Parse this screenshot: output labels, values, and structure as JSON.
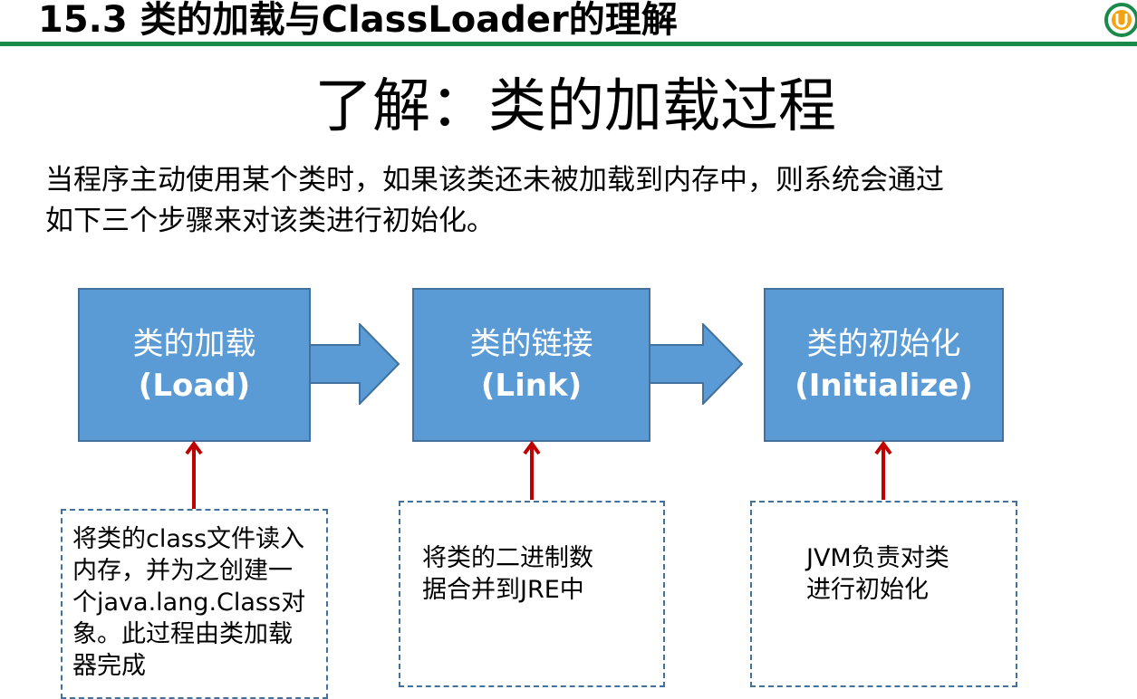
{
  "header": {
    "title": "15.3 类的加载与ClassLoader的理解"
  },
  "main": {
    "title": "了解：类的加载过程",
    "intro": "当程序主动使用某个类时，如果该类还未被加载到内存中，则系统会通过\n如下三个步骤来对该类进行初始化。"
  },
  "stages": [
    {
      "zh": "类的加载",
      "en": "(Load)"
    },
    {
      "zh": "类的链接",
      "en": "(Link)"
    },
    {
      "zh": "类的初始化",
      "en": "(Initialize)"
    }
  ],
  "notes": [
    {
      "lines": [
        "将类的class文件读入",
        "内存，并为之创建一",
        "个java.lang.Class对",
        "象。此过程由类加载",
        "器完成"
      ]
    },
    {
      "lines": [
        "将类的二进制数",
        "据合并到JRE中"
      ]
    },
    {
      "lines": [
        "JVM负责对类",
        "进行初始化"
      ]
    }
  ],
  "colors": {
    "stage_fill": "#5b9bd5",
    "stage_border": "#41719c",
    "annotation_arrow": "#c00000",
    "header_rule": "#1a8a4a"
  },
  "icons": [
    "logo-icon",
    "right-arrow-icon",
    "up-arrow-icon"
  ]
}
